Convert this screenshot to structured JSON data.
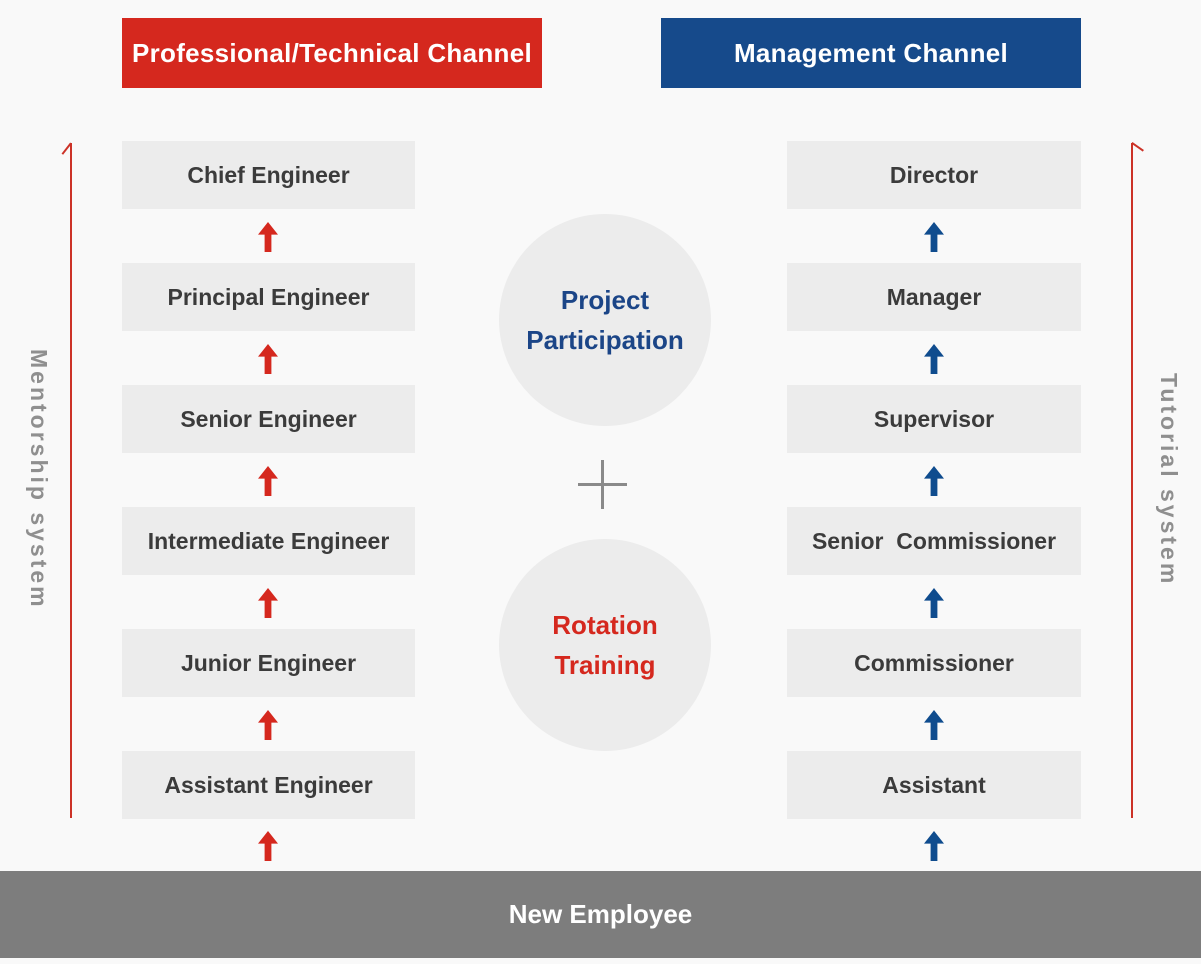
{
  "colors": {
    "accent_red": "#d5281e",
    "accent_blue": "#164a8b",
    "arrow_blue": "#0f4c8e",
    "box_background": "#ececec",
    "box_text": "#3b3b3b",
    "base_bar_background": "#7d7d7d",
    "side_line_red": "#cc3227",
    "side_text_gray": "#8f8f8f",
    "page_background": "#f9f9f9"
  },
  "headers": {
    "professional": "Professional/Technical Channel",
    "management": "Management Channel"
  },
  "professional_channel": {
    "levels": [
      "Chief Engineer",
      "Principal Engineer",
      "Senior Engineer",
      "Intermediate Engineer",
      "Junior Engineer",
      "Assistant Engineer"
    ]
  },
  "management_channel": {
    "levels": [
      "Director",
      "Manager",
      "Supervisor",
      "Senior  Commissioner",
      "Commissioner",
      "Assistant"
    ]
  },
  "side_labels": {
    "left": "Mentorship system",
    "right": "Tutorial system"
  },
  "center": {
    "project_circle": {
      "line1": "Project",
      "line2": "Participation"
    },
    "rotation_circle": {
      "line1": "Rotation",
      "line2": "Training"
    }
  },
  "base": {
    "label": "New Employee"
  }
}
